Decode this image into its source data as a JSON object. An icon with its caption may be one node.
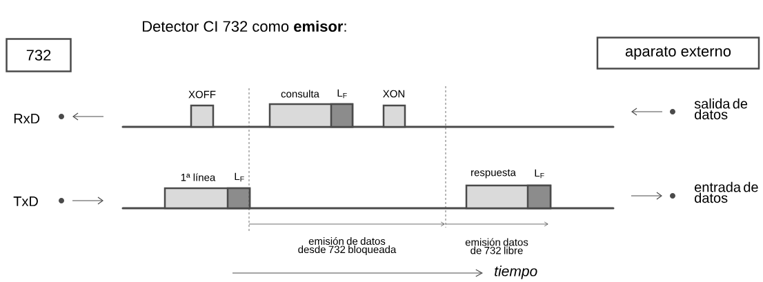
{
  "diagram": {
    "title": "Detector CI 732 como **emisor**:",
    "nodes": [
      {
        "text": [
          "732"
        ]
      },
      {
        "text": [
          "aparato externo"
        ]
      }
    ],
    "labels": [
      "RxD",
      "XOFF",
      "consulta",
      "L$_{F}$",
      "XON",
      "salida de datos",
      "1ª línea",
      "L$_{F}$",
      "respuesta",
      "L$_{F}$",
      "TxD",
      "entrada de datos",
      "emisión de datos desde 732 bloqueada",
      "emisión datos de 732 libre",
      "tiempo"
    ]
  }
}
